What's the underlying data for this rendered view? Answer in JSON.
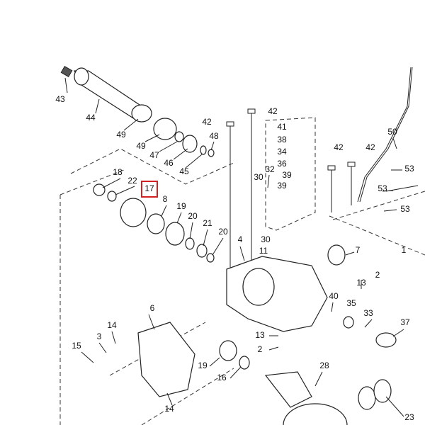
{
  "diagram": {
    "highlighted_part": "17",
    "highlight_color": "#d42020",
    "callouts": [
      "43",
      "44",
      "49",
      "49",
      "47",
      "46",
      "45",
      "48",
      "42",
      "42",
      "41",
      "38",
      "34",
      "36",
      "39",
      "39",
      "32",
      "30",
      "30",
      "42",
      "42",
      "50",
      "53",
      "53",
      "53",
      "18",
      "22",
      "17",
      "8",
      "19",
      "20",
      "21",
      "20",
      "4",
      "11",
      "7",
      "1",
      "2",
      "13",
      "40",
      "35",
      "33",
      "37",
      "6",
      "14",
      "3",
      "15",
      "13",
      "2",
      "19",
      "16",
      "28",
      "14",
      "23"
    ]
  }
}
